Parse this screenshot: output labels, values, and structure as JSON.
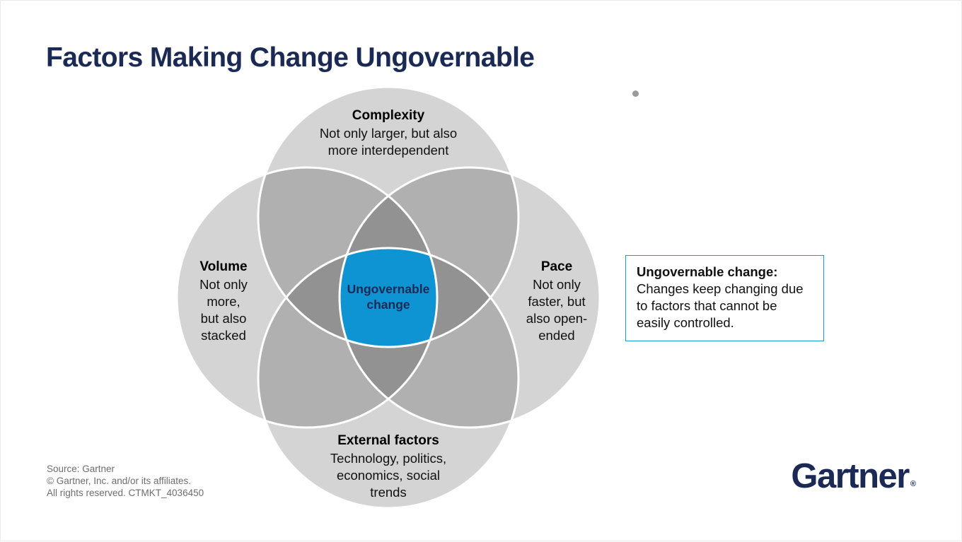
{
  "page": {
    "title": "Factors Making Change Ungovernable"
  },
  "diagram": {
    "circles": [
      {
        "id": "complexity",
        "position": "top",
        "heading": "Complexity",
        "lines": [
          "Not only larger, but also",
          "more interdependent"
        ]
      },
      {
        "id": "volume",
        "position": "left",
        "heading": "Volume",
        "lines": [
          "Not only",
          "more,",
          "but also",
          "stacked"
        ]
      },
      {
        "id": "pace",
        "position": "right",
        "heading": "Pace",
        "lines": [
          "Not only",
          "faster, but",
          "also open-",
          "ended"
        ]
      },
      {
        "id": "external-factors",
        "position": "bottom",
        "heading": "External factors",
        "lines": [
          "Technology, politics,",
          "economics, social",
          "trends"
        ]
      }
    ],
    "center": {
      "lines": [
        "Ungovernable",
        "change"
      ]
    },
    "colors": {
      "navy": "#1b2a55",
      "center_blue": "#0e94d2",
      "circle_gray": "#d3d3d3",
      "stroke": "#ffffff"
    }
  },
  "callout": {
    "heading": "Ungovernable change:",
    "body": "Changes keep changing due to factors that cannot be easily controlled.",
    "border_color": "#1e9ad2"
  },
  "footer": {
    "source_lines": [
      "Source: Gartner",
      "© Gartner, Inc. and/or its affiliates.",
      "All rights reserved. CTMKT_4036450"
    ],
    "logo_text": "Gartner",
    "logo_reg": "®"
  }
}
